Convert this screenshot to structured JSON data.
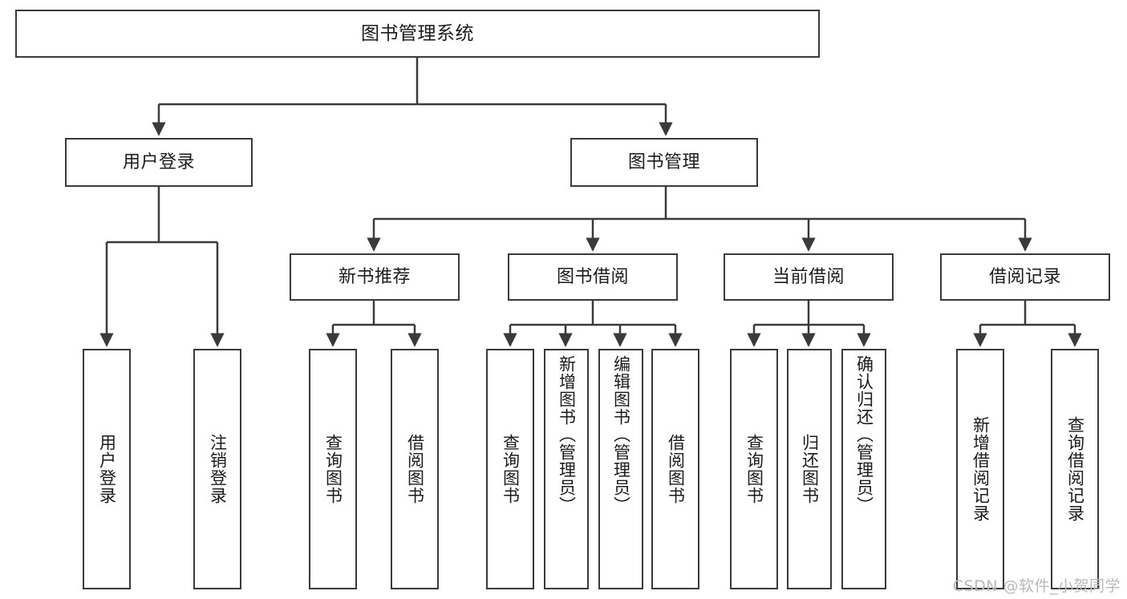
{
  "diagram": {
    "title": "图书管理系统",
    "type": "tree",
    "root": {
      "label": "图书管理系统"
    },
    "level2": [
      {
        "label": "用户登录"
      },
      {
        "label": "图书管理"
      }
    ],
    "level3": [
      {
        "label": "新书推荐"
      },
      {
        "label": "图书借阅"
      },
      {
        "label": "当前借阅"
      },
      {
        "label": "借阅记录"
      }
    ],
    "leaves": {
      "user_login": [
        {
          "label": "用户登录"
        },
        {
          "label": "注销登录"
        }
      ],
      "new_book_recommend": [
        {
          "label": "查询图书"
        },
        {
          "label": "借阅图书"
        }
      ],
      "book_borrow": [
        {
          "label": "查询图书"
        },
        {
          "label": "新增图书（管理员）"
        },
        {
          "label": "编辑图书（管理员）"
        },
        {
          "label": "借阅图书"
        }
      ],
      "current_borrow": [
        {
          "label": "查询图书"
        },
        {
          "label": "归还图书"
        },
        {
          "label": "确认归还（管理员）"
        }
      ],
      "borrow_record": [
        {
          "label": "新增借阅记录"
        },
        {
          "label": "查询借阅记录"
        }
      ]
    },
    "watermark": "CSDN @软件_小贺同学",
    "colors": {
      "box_border": "#3a3a3a",
      "text": "#1b1b1b",
      "connector": "#3a3a3a",
      "background": "#ffffff",
      "watermark": "#b9b9b9"
    }
  }
}
